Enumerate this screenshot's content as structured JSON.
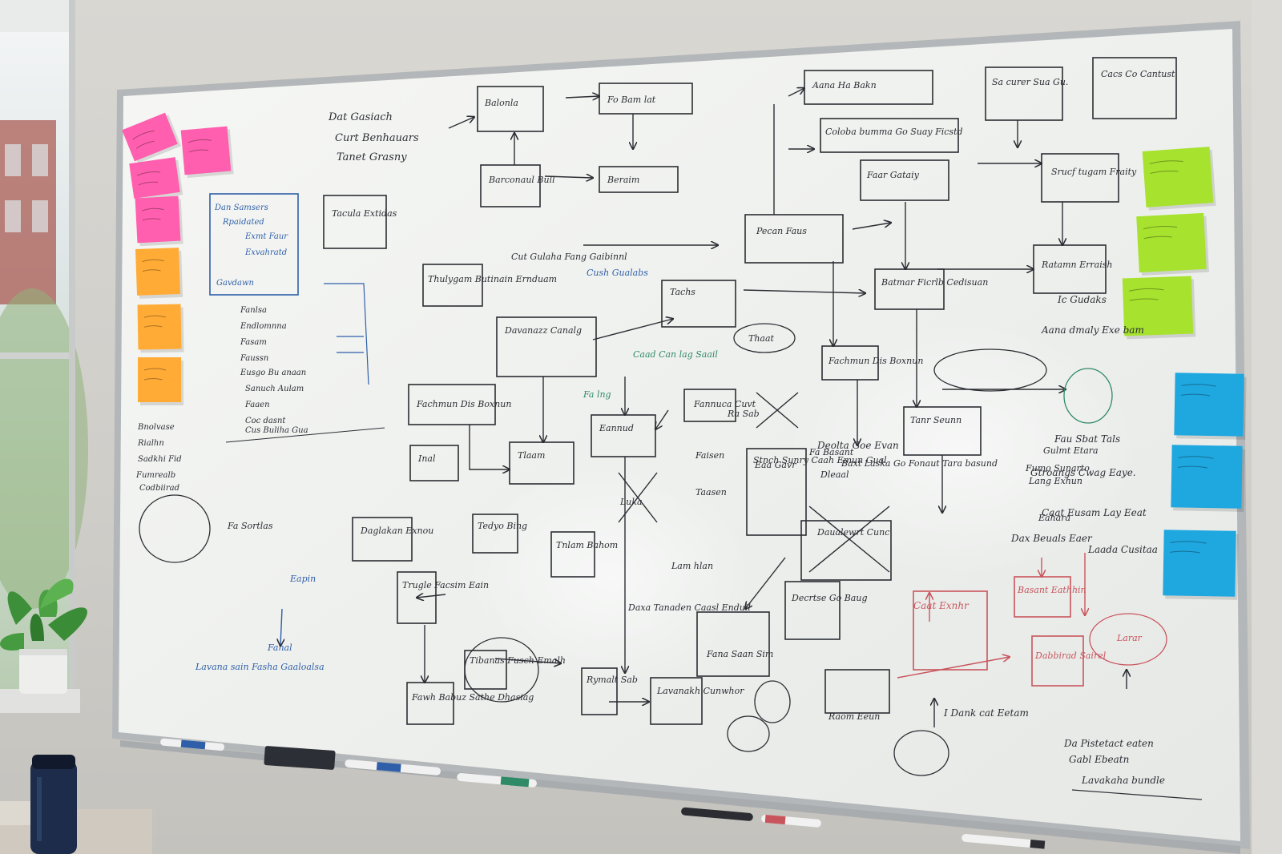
{
  "scene": {
    "subject": "whiteboard-with-flowchart",
    "colors": {
      "wall": "#d6d4cf",
      "board": "#f4f5f3",
      "frame": "#b9bcbe",
      "marker_black": "#2b2d33",
      "marker_blue": "#2f5fa8",
      "marker_green": "#2f8a68",
      "marker_red": "#c9555c",
      "sticky_pink": "#ff5fae",
      "sticky_orange": "#ffab36",
      "sticky_green": "#a6e22e",
      "sticky_blue": "#1fa7df"
    },
    "icons": [
      "potted-plant",
      "water-bottle",
      "eraser",
      "marker"
    ]
  },
  "texts": {
    "top_notes": [
      "Dat Gasiach",
      "Curt Benhauars",
      "Tanet Grasny"
    ],
    "left_list": [
      "Dan Samsers",
      "Rpaidated",
      "Exmt Faur",
      "Exvahratd",
      "Gavdawn",
      "Fanlsa",
      "Endlomnna",
      "Fasam",
      "Faussn",
      "Eusgo Bu anaan",
      "Sanuch Aulam",
      "Faaen",
      "Coc dasnt",
      "Cus Buliha Gua"
    ],
    "side_notes": [
      "Bnolvase",
      "Rialhn",
      "Sadkhi Fid",
      "Fumrealb",
      "Codbiirad"
    ],
    "boxes": [
      "Balonla",
      "Fo Bam lat",
      "Aana Ha Bakn",
      "Sa curer Sua Gu.",
      "Cacs Co Cantust",
      "Coloba bumma Go Suay Ficstd",
      "Barconaul Bull",
      "Beraim",
      "Tacula Extidas",
      "Faar Gataiy",
      "Srucf tugam Fraity",
      "Pecan Faus",
      "Ratamn Erraish",
      "Tachs",
      "Batmar Ficrlb Cedisuan",
      "Davanazz Canalg",
      "Fachmun Dis Boxnun",
      "Tlaam",
      "Eannud",
      "Fannuca Cuvt",
      "Tanr Seunn",
      "Inal",
      "Daglakan Exnou",
      "Tedyo Bing",
      "Tnlam Bahom",
      "Trugle Facsim Eain",
      "Tibanas Fusch Emalh",
      "Fawh Babuz Sathe Dhasiag",
      "Rymalt Sab",
      "Lavanakh Cunwhor",
      "Fana Saan Sim",
      "Decrtse Go Baug",
      "Eaa Gavr",
      "Thulygam Butinain Ernduam",
      "Raom Eeun",
      "Thaat",
      "Deolta Goe Evan",
      "Daualewrt Cunc",
      "Basant Eathhin",
      "Dabbirad Sairel",
      "Larar",
      "Caat Exnhr"
    ],
    "mid_notes": [
      "Cut Gulaha Fang Gaibinnl",
      "Cush Gualabs",
      "Caad Can lag Saail",
      "Fa lng",
      "Ra Sab",
      "Faisen",
      "Luka",
      "Taasen",
      "Daxa Tanaden Caasl Enduil",
      "Stnch Sunry Caah Emun Gual",
      "Lam hlan",
      "Fa Basant",
      "Dleaal",
      "Baxt Laska Go Fonaut Tara basund",
      "Gulmt Etara",
      "Lang Exhun",
      "Eahara",
      "Fumo Sunarto"
    ],
    "right_notes": [
      "Ic Gudaks",
      "Aana dmaly Exe bam",
      "Fau Sbat Tals",
      "Gtroangs Cwag Eaye.",
      "Caat Eusam Lay Eeat",
      "Dax Beuals Eaer",
      "Laada Cusitaa",
      "I Dank cat Eetam",
      "Da Pistetact eaten",
      "Gabl Ebeatn",
      "Lavakaha bundle"
    ],
    "bottom_notes": [
      "Fanal",
      "Lavana sain Fasha Gaaloalsa",
      "Fa Sortlas",
      "Eapin"
    ]
  }
}
